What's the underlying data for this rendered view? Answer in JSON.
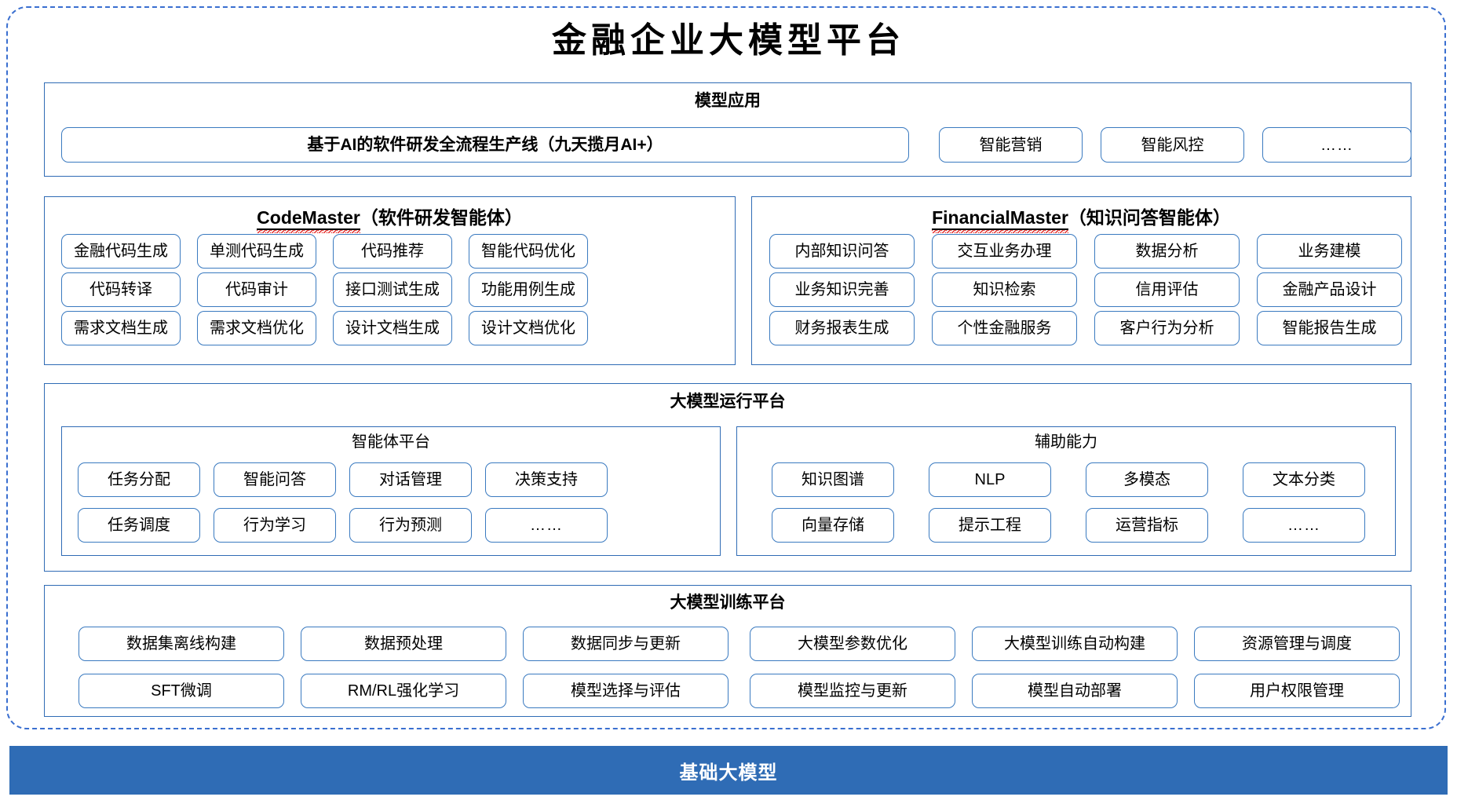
{
  "title": "金融企业大模型平台",
  "colors": {
    "frame_dashed": "#3a6fd0",
    "panel_border": "#2f6bb5",
    "pill_border": "#3a7ac0",
    "base_bar": "#2f6cb5",
    "spellcheck_underline": "#e8312f"
  },
  "model_application": {
    "title": "模型应用",
    "primary_item": "基于AI的软件研发全流程生产线（九天揽月AI+）",
    "items": [
      "智能营销",
      "智能风控",
      "……"
    ]
  },
  "agents": [
    {
      "name_en": "CodeMaster",
      "name_cn": "（软件研发智能体）",
      "rows": [
        [
          "金融代码生成",
          "单测代码生成",
          "代码推荐",
          "智能代码优化"
        ],
        [
          "代码转译",
          "代码审计",
          "接口测试生成",
          "功能用例生成"
        ],
        [
          "需求文档生成",
          "需求文档优化",
          "设计文档生成",
          "设计文档优化"
        ]
      ]
    },
    {
      "name_en": "FinancialMaster",
      "name_cn": "（知识问答智能体）",
      "rows": [
        [
          "内部知识问答",
          "交互业务办理",
          "数据分析",
          "业务建模"
        ],
        [
          "业务知识完善",
          "知识检索",
          "信用评估",
          "金融产品设计"
        ],
        [
          "财务报表生成",
          "个性金融服务",
          "客户行为分析",
          "智能报告生成"
        ]
      ]
    }
  ],
  "runtime_platform": {
    "title": "大模型运行平台",
    "groups": [
      {
        "title": "智能体平台",
        "rows": [
          [
            "任务分配",
            "智能问答",
            "对话管理",
            "决策支持"
          ],
          [
            "任务调度",
            "行为学习",
            "行为预测",
            "……"
          ]
        ]
      },
      {
        "title": "辅助能力",
        "rows": [
          [
            "知识图谱",
            "NLP",
            "多模态",
            "文本分类"
          ],
          [
            "向量存储",
            "提示工程",
            "运营指标",
            "……"
          ]
        ]
      }
    ]
  },
  "training_platform": {
    "title": "大模型训练平台",
    "rows": [
      [
        "数据集离线构建",
        "数据预处理",
        "数据同步与更新",
        "大模型参数优化",
        "大模型训练自动构建",
        "资源管理与调度"
      ],
      [
        "SFT微调",
        "RM/RL强化学习",
        "模型选择与评估",
        "模型监控与更新",
        "模型自动部署",
        "用户权限管理"
      ]
    ]
  },
  "base_model": {
    "label": "基础大模型"
  }
}
